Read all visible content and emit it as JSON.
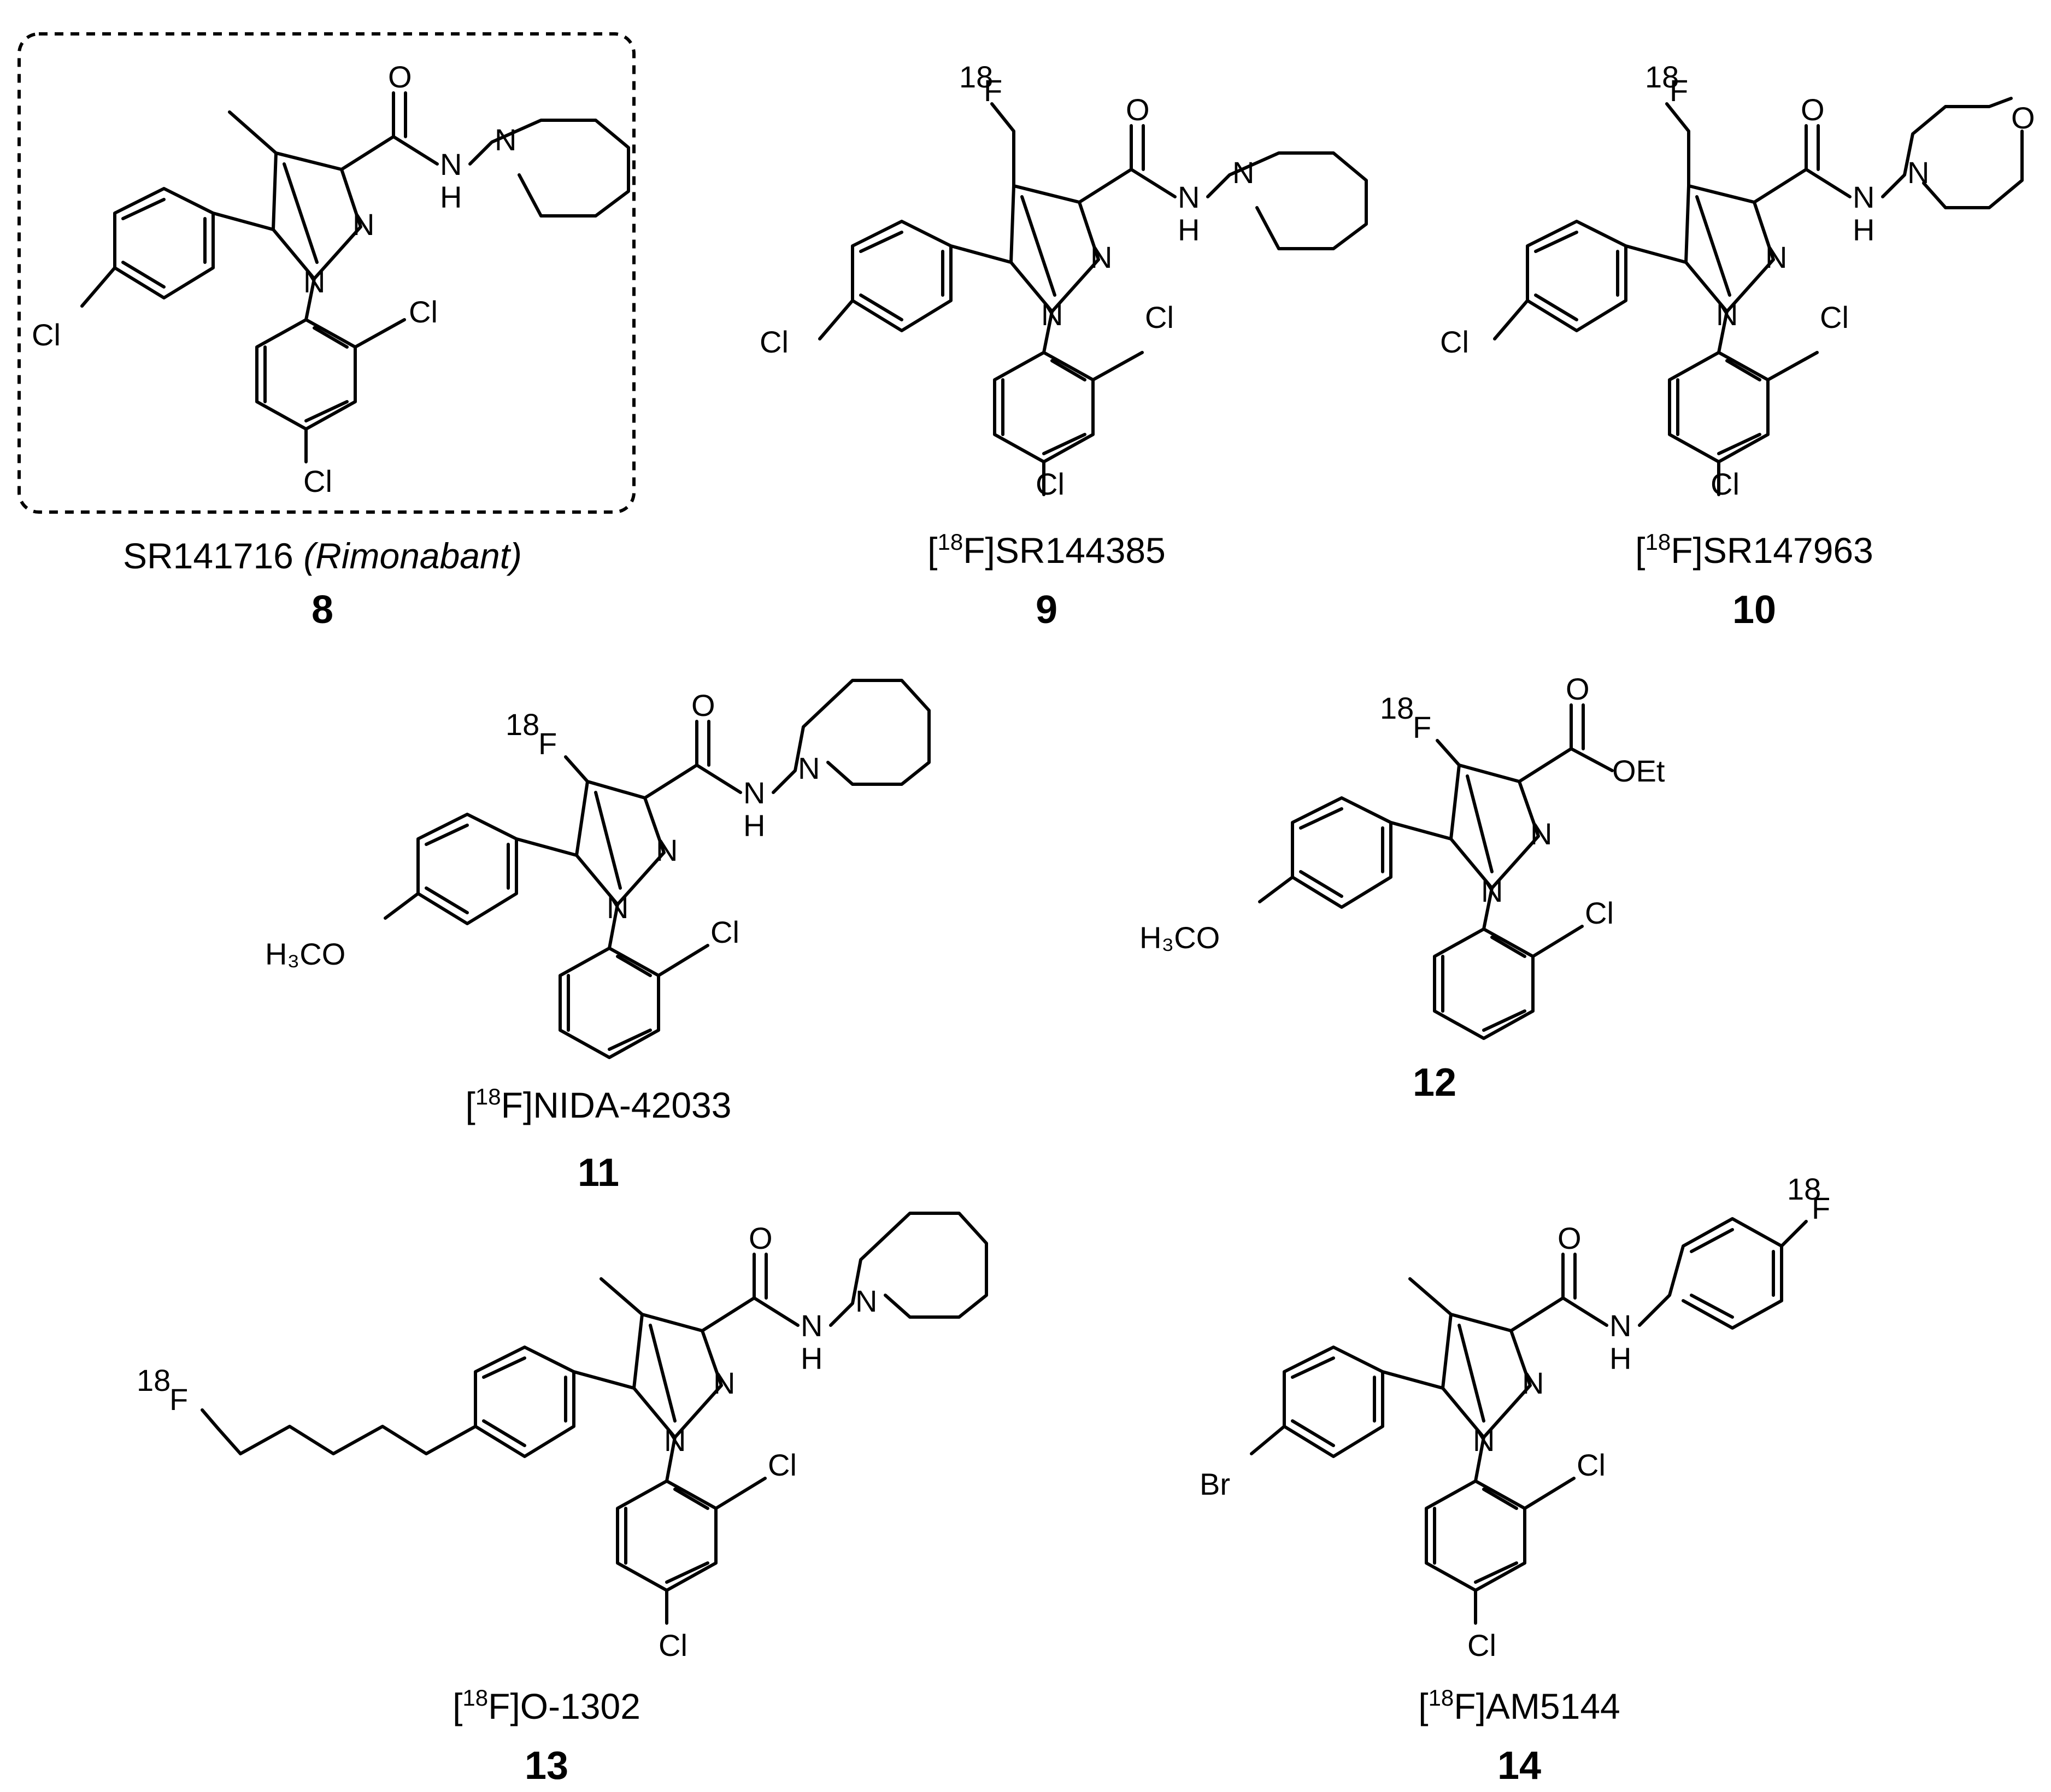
{
  "compounds": [
    {
      "number": "8",
      "name_parts": [
        "SR141716 ",
        "(Rimonabant)"
      ],
      "highlighted": true,
      "atoms": {
        "carbonyl_O": "O",
        "amide_NH_N": "N",
        "amide_NH_H": "H",
        "hydrazide_N": "N",
        "pyrazole_N2": "N",
        "pyrazole_N1": "N",
        "aryl_Cl": "Cl",
        "ortho_Cl": "Cl",
        "para_Cl": "Cl"
      }
    },
    {
      "number": "9",
      "name_parts": [
        "[",
        "18",
        "F]SR144385"
      ],
      "atoms": {
        "isotope": "18",
        "fluoro": "F",
        "carbonyl_O": "O",
        "amide_NH_N": "N",
        "amide_NH_H": "H",
        "hydrazide_N": "N",
        "pyrazole_N2": "N",
        "pyrazole_N1": "N",
        "aryl_Cl": "Cl",
        "ortho_Cl": "Cl",
        "para_Cl": "Cl"
      }
    },
    {
      "number": "10",
      "name_parts": [
        "[",
        "18",
        "F]SR147963"
      ],
      "atoms": {
        "isotope": "18",
        "fluoro": "F",
        "carbonyl_O": "O",
        "amide_NH_N": "N",
        "amide_NH_H": "H",
        "morpholine_N": "N",
        "morpholine_O": "O",
        "pyrazole_N2": "N",
        "pyrazole_N1": "N",
        "aryl_Cl": "Cl",
        "ortho_Cl": "Cl",
        "para_Cl": "Cl"
      }
    },
    {
      "number": "11",
      "name_parts": [
        "[",
        "18",
        "F]NIDA-42033"
      ],
      "atoms": {
        "isotope": "18",
        "fluoro": "F",
        "carbonyl_O": "O",
        "amide_NH_N": "N",
        "amide_NH_H": "H",
        "hydrazide_N": "N",
        "pyrazole_N2": "N",
        "pyrazole_N1": "N",
        "methoxy": "H₃CO",
        "ortho_Cl": "Cl"
      }
    },
    {
      "number": "12",
      "name_parts": [],
      "atoms": {
        "isotope": "18",
        "fluoro": "F",
        "carbonyl_O": "O",
        "ester": "OEt",
        "pyrazole_N2": "N",
        "pyrazole_N1": "N",
        "methoxy": "H₃CO",
        "ortho_Cl": "Cl"
      }
    },
    {
      "number": "13",
      "name_parts": [
        "[",
        "18",
        "F]O-1302"
      ],
      "atoms": {
        "isotope": "18",
        "fluoro": "F",
        "carbonyl_O": "O",
        "amide_NH_N": "N",
        "amide_NH_H": "H",
        "hydrazide_N": "N",
        "pyrazole_N2": "N",
        "pyrazole_N1": "N",
        "ortho_Cl": "Cl",
        "para_Cl": "Cl"
      }
    },
    {
      "number": "14",
      "name_parts": [
        "[",
        "18",
        "F]AM5144"
      ],
      "atoms": {
        "isotope": "18",
        "fluoro": "F",
        "carbonyl_O": "O",
        "amide_NH_N": "N",
        "amide_NH_H": "H",
        "pyrazole_N2": "N",
        "pyrazole_N1": "N",
        "aryl_Br": "Br",
        "ortho_Cl": "Cl",
        "para_Cl": "Cl"
      }
    }
  ]
}
